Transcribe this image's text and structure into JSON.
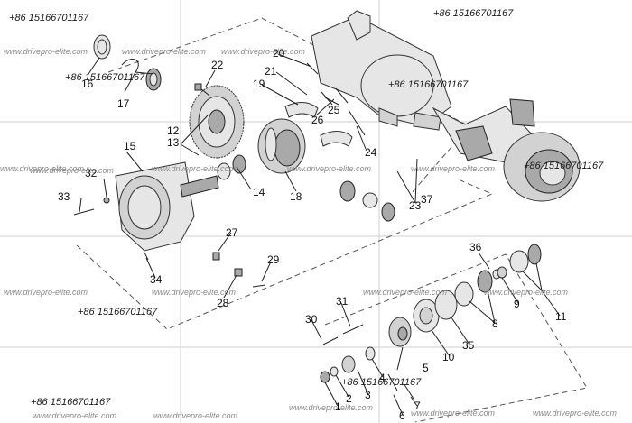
{
  "watermarks": {
    "phone": "+86 15166701167",
    "url": "www.drivepro-elite.com"
  },
  "callouts": {
    "n1": "1",
    "n2": "2",
    "n3": "3",
    "n4": "4",
    "n5": "5",
    "n6": "6",
    "n7": "7",
    "n8": "8",
    "n9": "9",
    "n10": "10",
    "n11": "11",
    "n12": "12",
    "n13": "13",
    "n14": "14",
    "n15": "15",
    "n16": "16",
    "n17": "17",
    "n18": "18",
    "n19": "19",
    "n20": "20",
    "n21": "21",
    "n22": "22",
    "n23": "23",
    "n24": "24",
    "n25": "25",
    "n26": "26",
    "n27": "27",
    "n28": "28",
    "n29": "29",
    "n30": "30",
    "n31": "31",
    "n32": "32",
    "n33": "33",
    "n34": "34",
    "n35": "35",
    "n36": "36",
    "n37": "37"
  }
}
